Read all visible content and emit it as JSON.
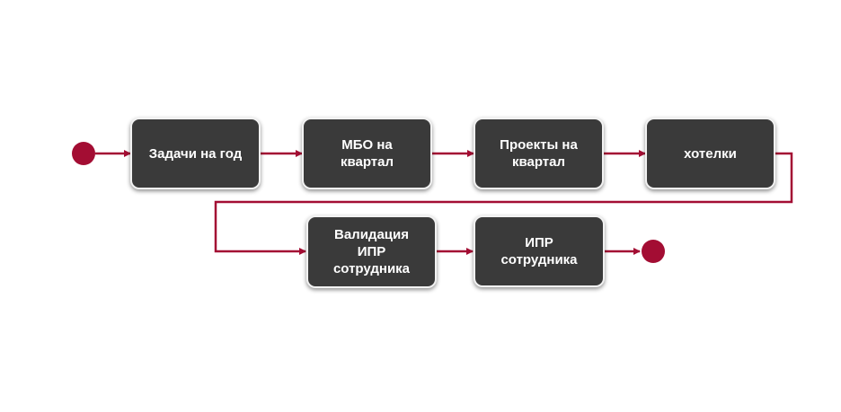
{
  "diagram": {
    "nodes": [
      {
        "id": "tasks-year",
        "label": "Задачи на год"
      },
      {
        "id": "mbo-quarter",
        "label": "МБО на квартал"
      },
      {
        "id": "projects-quarter",
        "label": "Проекты на квартал"
      },
      {
        "id": "wishes",
        "label": "хотелки"
      },
      {
        "id": "validation-ipr",
        "label": "Валидация ИПР сотрудника"
      },
      {
        "id": "ipr-employee",
        "label": "ИПР сотрудника"
      }
    ],
    "colors": {
      "node_fill": "#3a3a3a",
      "node_text": "#ffffff",
      "accent": "#a30d33"
    }
  }
}
